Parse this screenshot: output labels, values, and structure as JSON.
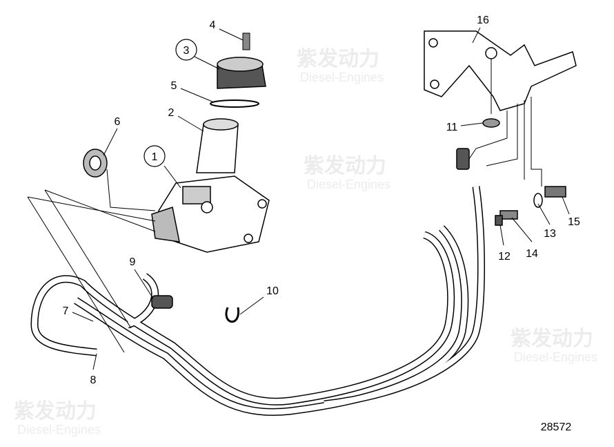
{
  "diagram": {
    "drawing_number": "28572",
    "watermark": {
      "brand": "紫发动力",
      "sub": "Diesel-Engines"
    },
    "callouts": [
      {
        "id": "1",
        "circled": true
      },
      {
        "id": "2",
        "circled": false
      },
      {
        "id": "3",
        "circled": true
      },
      {
        "id": "4",
        "circled": false
      },
      {
        "id": "5",
        "circled": false
      },
      {
        "id": "6",
        "circled": false
      },
      {
        "id": "7",
        "circled": false
      },
      {
        "id": "8",
        "circled": false
      },
      {
        "id": "9",
        "circled": false
      },
      {
        "id": "10",
        "circled": false
      },
      {
        "id": "11",
        "circled": false
      },
      {
        "id": "12",
        "circled": false
      },
      {
        "id": "13",
        "circled": false
      },
      {
        "id": "14",
        "circled": false
      },
      {
        "id": "15",
        "circled": false
      },
      {
        "id": "16",
        "circled": false
      }
    ]
  }
}
